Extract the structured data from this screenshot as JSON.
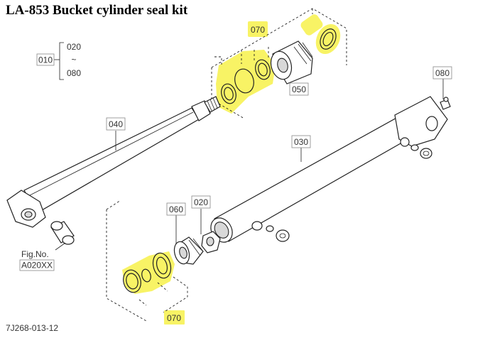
{
  "title": "LA-853 Bucket cylinder seal kit",
  "labels": {
    "p010": "010",
    "p020_range_start": "020",
    "p020_range_tilde": "~",
    "p080_range_end": "080",
    "p040": "040",
    "p050": "050",
    "p070_top": "070",
    "p080": "080",
    "p030": "030",
    "p020": "020",
    "p060": "060",
    "p070_bottom": "070",
    "fig_no_caption": "Fig.No.",
    "fig_no_value": "A020XX"
  },
  "drawing_code": "7J268-013-12",
  "colors": {
    "highlight": "#f6f03a",
    "line": "#222222",
    "label_box_border": "#888888"
  }
}
